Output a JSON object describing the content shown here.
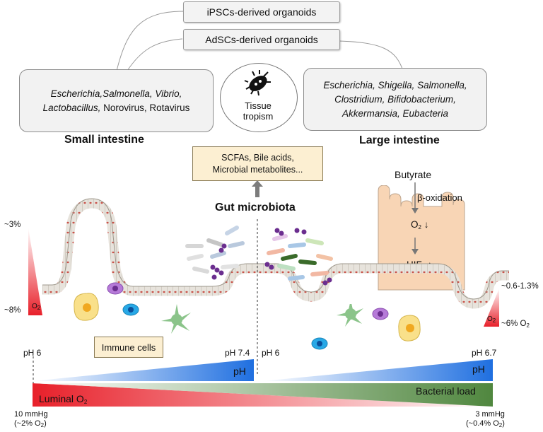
{
  "organoids": {
    "ipsc": "iPSCs-derived organoids",
    "adsc": "AdSCs-derived organoids"
  },
  "small_intestine": {
    "title": "Small intestine",
    "line1_italic": "Escherichia,Salmonella, Vibrio,",
    "line2_italic": "Lactobacillus,",
    "line2_normal": " Norovirus, Rotavirus"
  },
  "large_intestine": {
    "title": "Large intestine",
    "line1": "Escherichia, Shigella, Salmonella,",
    "line2": "Clostridium, Bifidobacterium,",
    "line3": "Akkermansia, Eubacteria"
  },
  "tropism": {
    "line1": "Tissue",
    "line2": "tropism"
  },
  "metabolites": {
    "line1": "SCFAs, Bile acids,",
    "line2": "Microbial metabolites..."
  },
  "gut_microbiota": "Gut microbiota",
  "colonocyte": {
    "butyrate": "Butyrate",
    "beta_oxidation": "β-oxidation",
    "o2": "O",
    "o2_sub": "2",
    "down": "↓",
    "hif": "HIF",
    "up": "↑"
  },
  "oxygen": {
    "small_top": "~3%",
    "small_bottom": "~8%",
    "large_top": "~0.6-1.3%",
    "large_bottom": "~6% O",
    "large_bottom_sub": "2",
    "triangle_label": "O",
    "triangle_sub": "2"
  },
  "immune_cells": "Immune cells",
  "ph": {
    "si_start": "pH 6",
    "si_end": "pH 7.4",
    "li_start": "pH 6",
    "li_end": "pH 6.7",
    "label": "pH"
  },
  "gradient_bar": {
    "left_label": "Luminal",
    "left_o": "O",
    "left_sub": "2",
    "right_label": "Bacterial load",
    "left_top": "10 mmHg",
    "left_bottom_pre": "(~2% O",
    "left_bottom_sub": "2",
    "left_bottom_post": ")",
    "right_top": "3 mmHg",
    "right_bottom_pre": "(~0.4% O",
    "right_bottom_sub": "2",
    "right_bottom_post": ")"
  },
  "colors": {
    "ph_blue": "#1f6fe0",
    "o2_red": "#e8202a",
    "bacterial_green": "#3d7a2a",
    "metabolite_box": "#fcefd2",
    "colonocyte_fill": "#f8d5b5"
  }
}
